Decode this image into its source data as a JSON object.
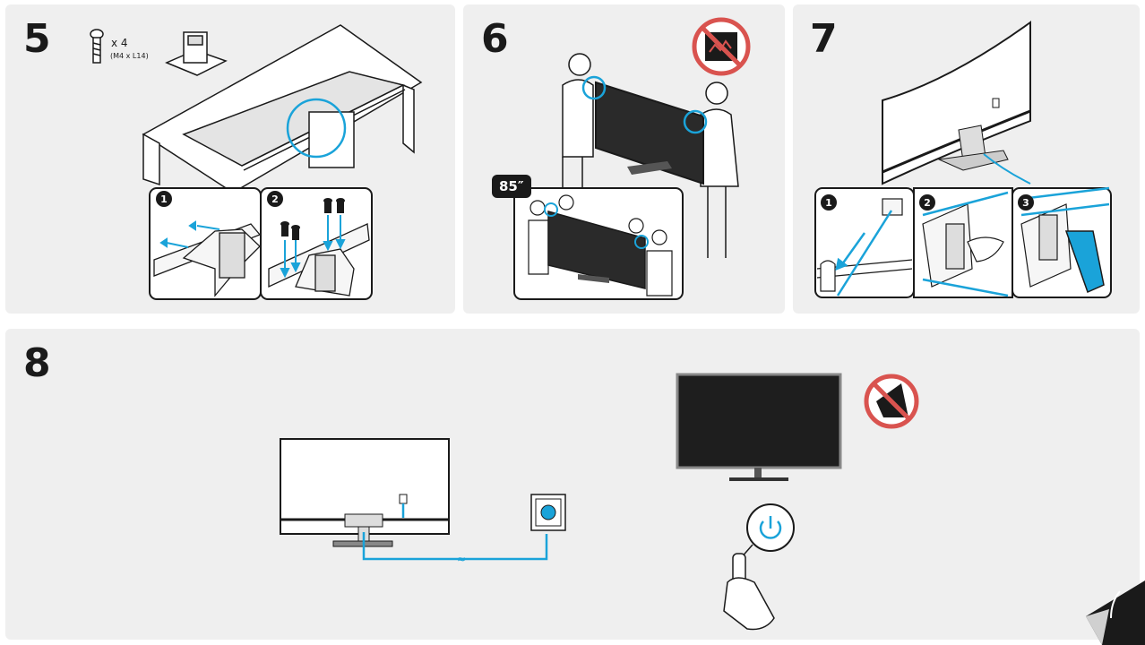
{
  "steps": {
    "s5": "5",
    "s6": "6",
    "s7": "7",
    "s8": "8"
  },
  "screws": {
    "count": "x 4",
    "spec": "(M4 x L14)"
  },
  "size_badge": "85″",
  "substeps": [
    "1",
    "2",
    "3"
  ],
  "colors": {
    "panel_bg": "#efefef",
    "accent_cyan": "#1aa3d9",
    "prohibit_red": "#d9534f",
    "line": "#1a1a1a"
  },
  "icons": [
    "screw-icon",
    "stand-icon",
    "prohibit-icon",
    "power-icon",
    "page-turn-icon"
  ]
}
